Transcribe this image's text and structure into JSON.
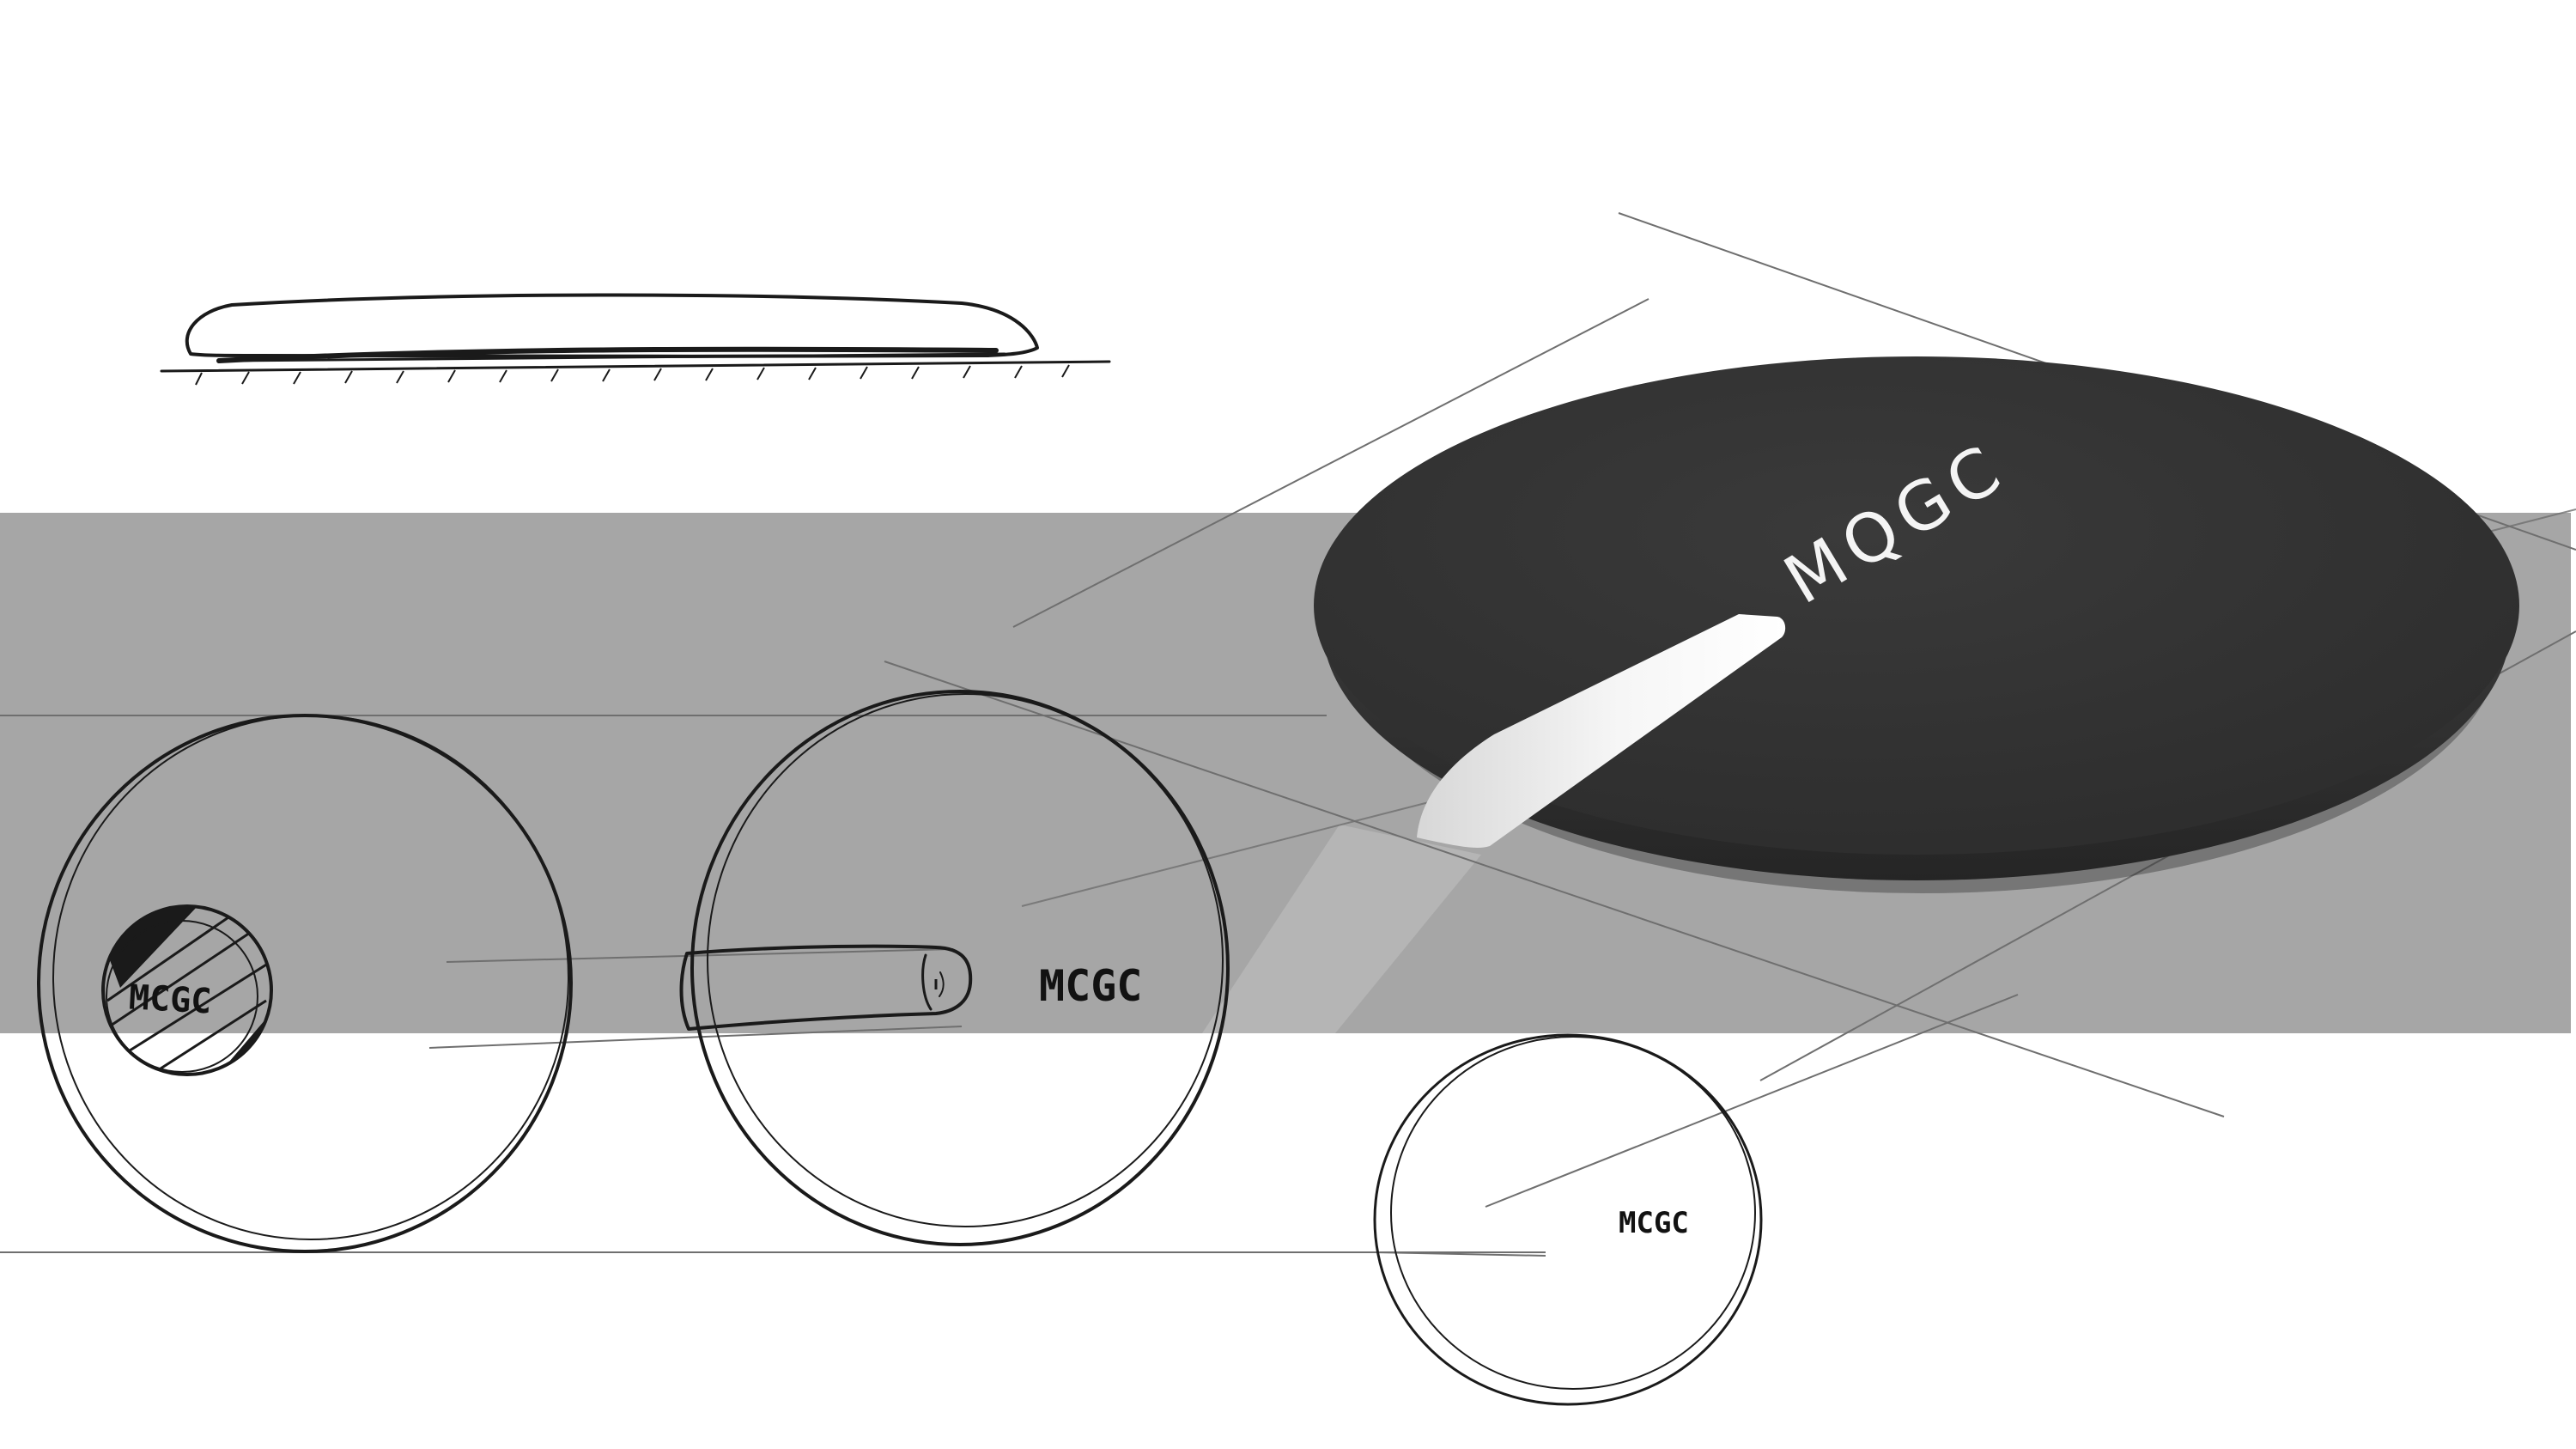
{
  "sketch_brand_left": "MCGC",
  "sketch_brand_middle": "MCGC",
  "sketch_brand_bottom": "MCGC",
  "render_brand": "MQGC",
  "colors": {
    "background": "#ffffff",
    "band": "#a6a6a6",
    "render_body": "#363636",
    "render_highlight": "#f0f0f0",
    "sketch_fill": "#d2d2d2",
    "ink": "#1a1a1a"
  }
}
